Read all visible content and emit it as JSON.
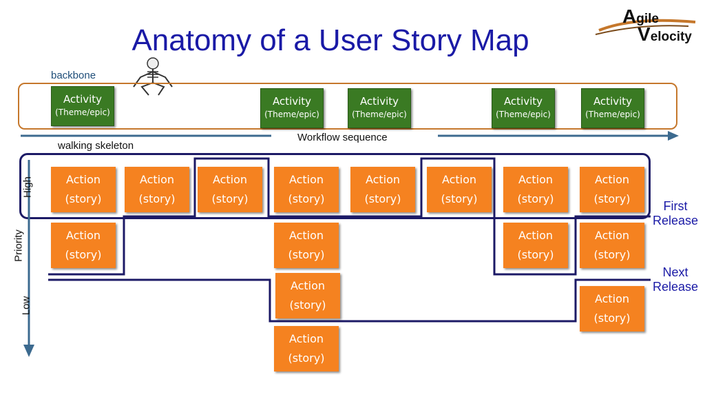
{
  "title": "Anatomy of a User Story Map",
  "logo": {
    "text_line1": "gile",
    "text_line2": "elocity",
    "initial1": "A",
    "initial2": "V"
  },
  "labels": {
    "backbone": "backbone",
    "walking_skeleton": "walking skeleton",
    "workflow_sequence": "Workflow sequence",
    "high": "High",
    "priority": "Priority",
    "low": "Low",
    "first_release_line1": "First",
    "first_release_line2": "Release",
    "next_release_line1": "Next",
    "next_release_line2": "Release"
  },
  "activities": [
    {
      "title": "Activity",
      "subtitle": "(Theme/epic)"
    },
    {
      "title": "Activity",
      "subtitle": "(Theme/epic)"
    },
    {
      "title": "Activity",
      "subtitle": "(Theme/epic)"
    },
    {
      "title": "Activity",
      "subtitle": "(Theme/epic)"
    },
    {
      "title": "Activity",
      "subtitle": "(Theme/epic)"
    }
  ],
  "action_card": {
    "line1": "Action",
    "line2": "(story)"
  },
  "colors": {
    "title": "#1a1aa6",
    "activity": "#3a7a23",
    "action": "#f58220",
    "backbone_frame": "#c5772b",
    "release_lines": "#1c1a66",
    "arrows": "#3c6a8f"
  }
}
